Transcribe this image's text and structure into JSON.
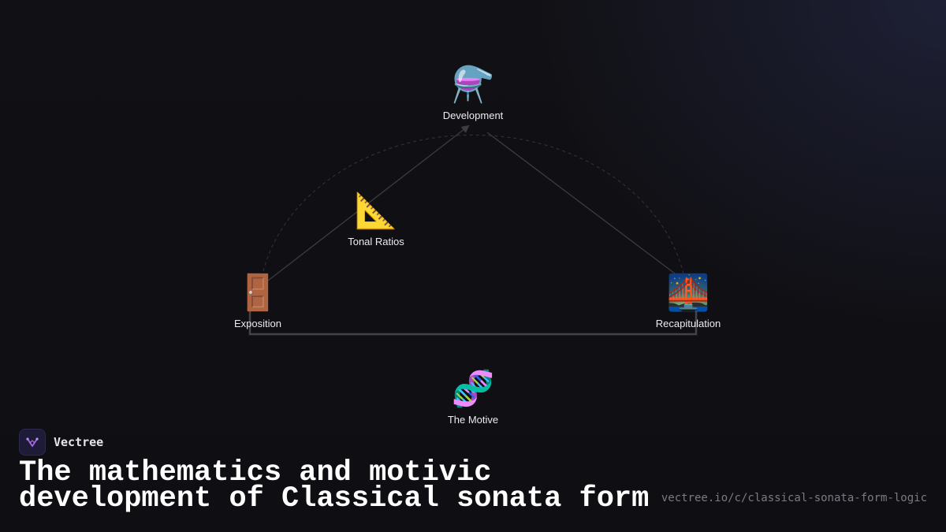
{
  "diagram": {
    "nodes": [
      {
        "key": "development",
        "label": "Development",
        "icon": "alembic-icon",
        "glyph": "⚗️"
      },
      {
        "key": "tonal",
        "label": "Tonal Ratios",
        "icon": "triangular-ruler-icon",
        "glyph": "📐"
      },
      {
        "key": "exposition",
        "label": "Exposition",
        "icon": "door-icon",
        "glyph": "🚪"
      },
      {
        "key": "recap",
        "label": "Recapitulation",
        "icon": "bridge-at-night-icon",
        "glyph": "🌉"
      },
      {
        "key": "motive",
        "label": "The Motive",
        "icon": "dna-icon",
        "glyph": "🧬"
      }
    ],
    "edges": [
      {
        "from": "exposition",
        "to": "development",
        "arrow": true
      },
      {
        "from": "development",
        "to": "recap",
        "arrow": false
      },
      {
        "from": "exposition",
        "to": "recap",
        "arrow": false
      },
      {
        "from": "exposition",
        "to": "recap",
        "style": "dashed-arc"
      }
    ]
  },
  "brand": {
    "name": "Vectree",
    "logo_icon": "vectree-logo-icon"
  },
  "title": "The mathematics and motivic development of Classical sonata form",
  "url": "vectree.io/c/classical-sonata-form-logic",
  "colors": {
    "background": "#111116",
    "edge": "#3a3a3e",
    "accent": "#8b5cf6"
  }
}
